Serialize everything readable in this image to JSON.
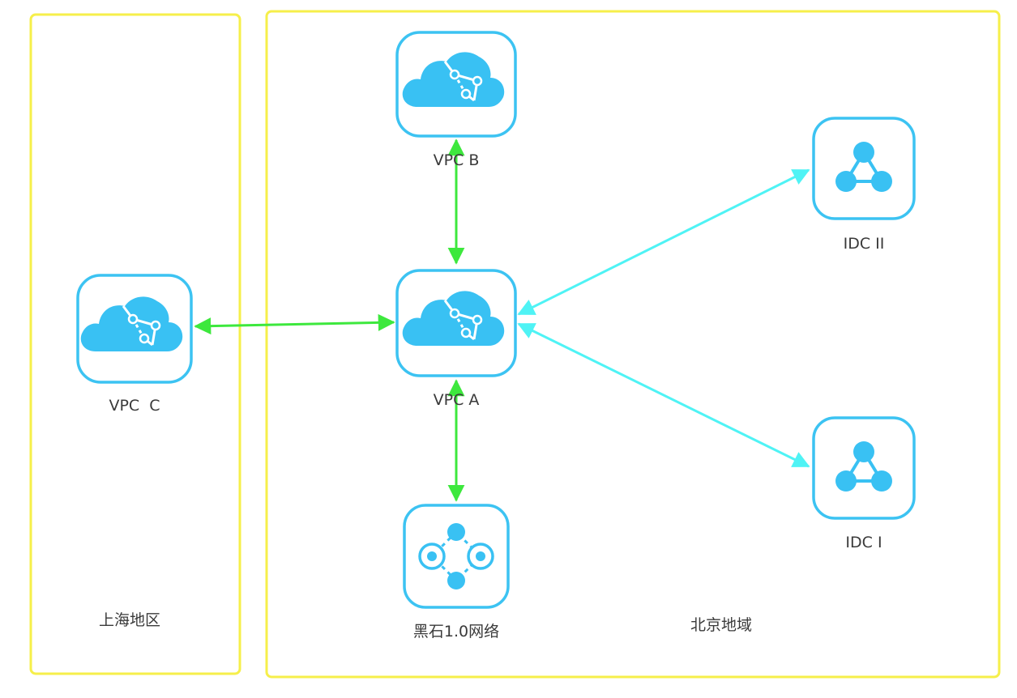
{
  "colors": {
    "region_border": "#f6ef4a",
    "node_border": "#3cc3f2",
    "icon": "#39c1f3",
    "edge_vpc": "#3de83d",
    "edge_idc": "#4ff3f5",
    "label_text": "#3a3a3a"
  },
  "regions": {
    "shanghai": {
      "label": "上海地区"
    },
    "beijing": {
      "label": "北京地域"
    }
  },
  "nodes": {
    "vpc_b": {
      "label": "VPC B",
      "icon": "vpc-cloud-icon"
    },
    "vpc_a": {
      "label": "VPC A",
      "icon": "vpc-cloud-icon"
    },
    "vpc_c": {
      "label": "VPC  C",
      "icon": "vpc-cloud-icon"
    },
    "idc_ii": {
      "label": "IDC II",
      "icon": "idc-triangle-icon"
    },
    "idc_i": {
      "label": "IDC I",
      "icon": "idc-triangle-icon"
    },
    "heishi": {
      "label": "黑石1.0网络",
      "icon": "bare-metal-network-icon"
    }
  },
  "edges": [
    {
      "from": "vpc_a",
      "to": "vpc_b",
      "direction": "both",
      "color_key": "edge_vpc"
    },
    {
      "from": "vpc_a",
      "to": "vpc_c",
      "direction": "both",
      "color_key": "edge_vpc"
    },
    {
      "from": "vpc_a",
      "to": "heishi",
      "direction": "both",
      "color_key": "edge_vpc"
    },
    {
      "from": "vpc_a",
      "to": "idc_ii",
      "direction": "both",
      "color_key": "edge_idc"
    },
    {
      "from": "vpc_a",
      "to": "idc_i",
      "direction": "both",
      "color_key": "edge_idc"
    }
  ]
}
